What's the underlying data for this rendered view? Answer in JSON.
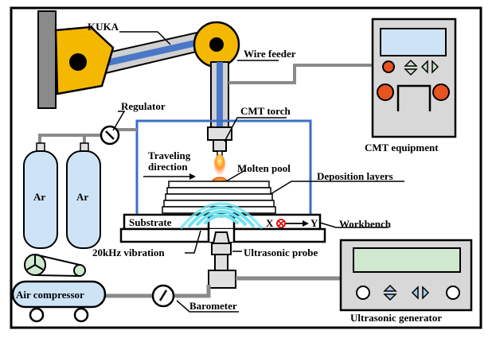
{
  "labels": {
    "kuka": "KUKA",
    "wire_feeder": "Wire feeder",
    "regulator": "Regulator",
    "cmt_torch": "CMT torch",
    "cmt_equipment": "CMT equipment",
    "traveling_direction_line1": "Traveling",
    "traveling_direction_line2": "direction",
    "molten_pool": "Molten pool",
    "deposition_layers": "Deposition layers",
    "substrate": "Substrate",
    "axis_x": "X",
    "axis_y": "Y",
    "workbench": "Workbench",
    "vibration": "20kHz vibration",
    "ultrasonic_probe": "Ultrasonic probe",
    "air_compressor": "Air compressor",
    "barometer": "Barometer",
    "ultrasonic_generator": "Ultrasonic generator",
    "ar_left": "Ar",
    "ar_right": "Ar"
  },
  "colors": {
    "robot_yellow": "#f5b800",
    "robot_blue": "#4a78c8",
    "chamber_blue": "#3a6fc4",
    "cylinder_blue": "#cfe3f7",
    "screen_blue": "#cfe3f7",
    "panel_gray": "#d8d8d8",
    "knob_orange": "#e8541e",
    "pipe_gray": "#9a9a9a",
    "wave_cyan": "#6fe3f0",
    "flame_orange": "#ff9a1a"
  },
  "icons": [
    "kuka-robot-arm",
    "wire-feeder",
    "regulator-gauge",
    "cmt-torch",
    "cmt-equipment-panel",
    "argon-cylinder",
    "air-compressor",
    "barometer-gauge",
    "ultrasonic-probe",
    "ultrasonic-generator-panel",
    "x-axis-cross-icon",
    "arrow-right-icon"
  ]
}
